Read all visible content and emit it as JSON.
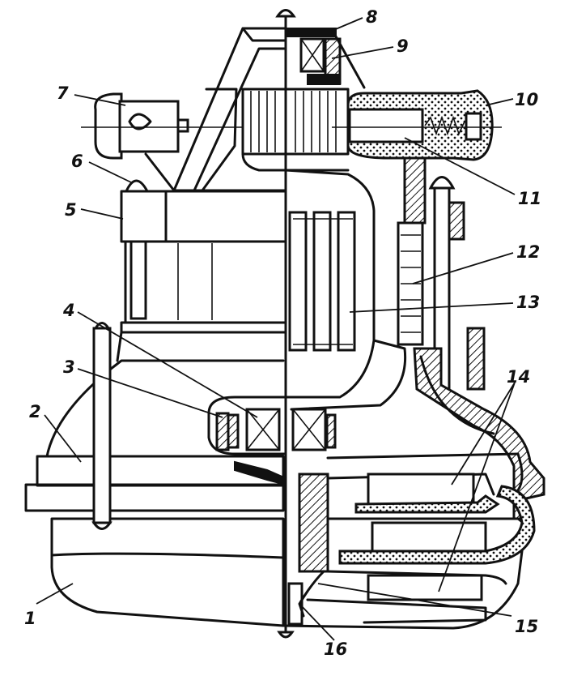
{
  "labels": {
    "l1": "1",
    "l2": "2",
    "l3": "3",
    "l4": "4",
    "l5": "5",
    "l6": "6",
    "l7": "7",
    "l8": "8",
    "l9": "9",
    "l10": "10",
    "l11": "11",
    "l12": "12",
    "l13": "13",
    "l14": "14",
    "l15": "15",
    "l16": "16"
  },
  "colors": {
    "ink": "#111111",
    "paper": "#ffffff"
  }
}
